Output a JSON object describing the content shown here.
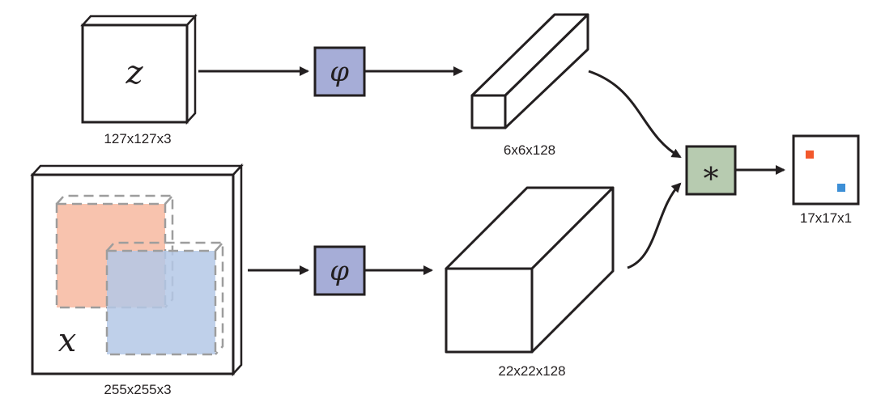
{
  "inputs": {
    "template": {
      "symbol": "z",
      "size": "127x127x3"
    },
    "search": {
      "symbol": "x",
      "size": "255x255x3"
    }
  },
  "embedding": {
    "symbol": "φ",
    "color": "#a6add7"
  },
  "features": {
    "template": {
      "size": "6x6x128"
    },
    "search": {
      "size": "22x22x128"
    }
  },
  "correlation": {
    "symbol": "∗",
    "color": "#b7cbb0"
  },
  "output": {
    "size": "17x17x1",
    "marker_colors": [
      "#f2582c",
      "#3d8fd6"
    ]
  },
  "region_colors": {
    "first": "#f7b8a0",
    "second": "#b4c8e6"
  }
}
